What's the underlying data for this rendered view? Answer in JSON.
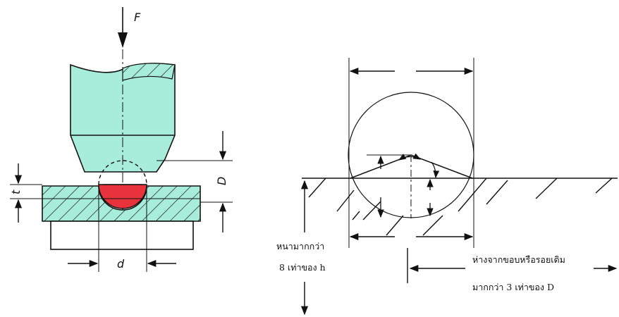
{
  "left_figure": {
    "force_label": "F",
    "diameter_label": "D",
    "thickness_label": "t",
    "indent_label": "d",
    "colors": {
      "indenter": "#a8ecdc",
      "ball": "#e8323c",
      "specimen": "#a8ecdc",
      "line": "#111111"
    }
  },
  "right_figure": {
    "thickness_note": {
      "line1": "หนามากกว่า",
      "line2": "8 เท่าของ h"
    },
    "distance_note": {
      "line1": "ห่างจากขอบหรือรอยเดิม",
      "line2": "มากกว่า 3 เท่าของ D"
    }
  }
}
